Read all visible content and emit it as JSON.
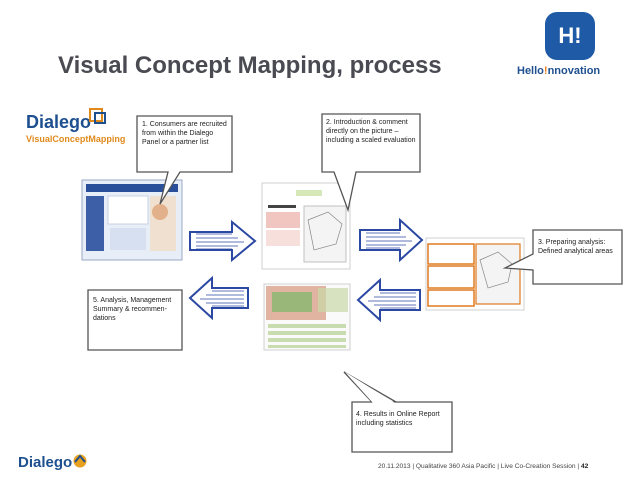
{
  "title": "Visual Concept Mapping, process",
  "brand": {
    "badge": "H!",
    "hello_part1": "Hello",
    "hello_mark": "!",
    "hello_part2": "nnovation",
    "dialego_top": "Dialego",
    "dialego_sub": "VisualConceptMapping",
    "dialego_bottom": "Dialego"
  },
  "steps": [
    {
      "label": "1. Consumers are recruited from within the Dialego Panel or a partner list"
    },
    {
      "label": "2. Introduction & comment directly on the picture – including a scaled evaluation"
    },
    {
      "label": "3. Preparing analysis: Defined analytical areas"
    },
    {
      "label": "4. Results in Online Report including statistics"
    },
    {
      "label": "5. Analysis, Management Summary & recommen- dations"
    }
  ],
  "footer": {
    "text": "20.11.2013  |  Qualitative 360 Asia Pacific  |  Live Co-Creation Session  |",
    "page": "42"
  },
  "colors": {
    "arrow": "#2b48a3",
    "title": "#4a4a52",
    "brand_blue": "#1e5aa6",
    "accent_orange": "#e87f1e"
  }
}
